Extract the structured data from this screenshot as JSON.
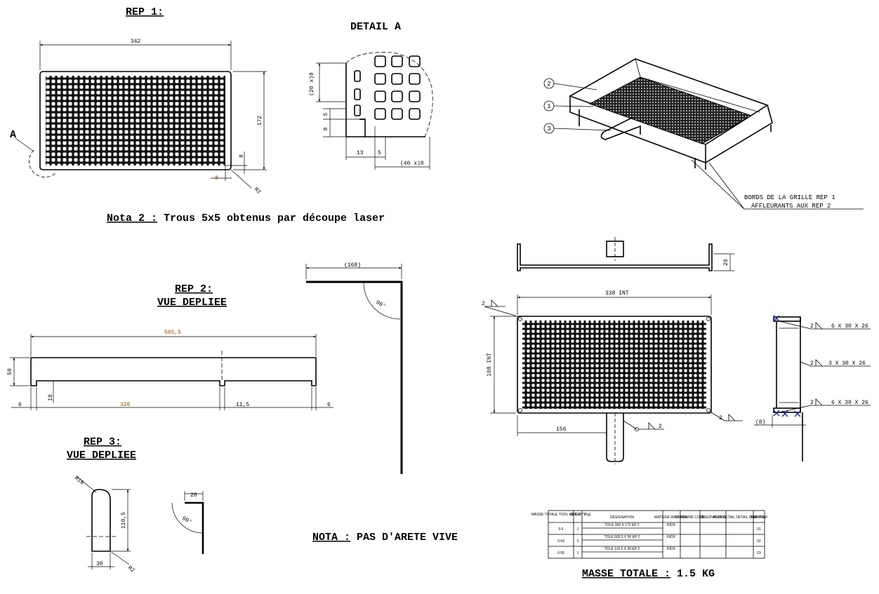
{
  "rep1": {
    "title": "REP 1:",
    "dim_width": "342",
    "dim_height": "172",
    "dim_edge_right": "8",
    "dim_edge_bottom": "8",
    "dim_radius": "R2",
    "detail_marker": "A"
  },
  "detail_a": {
    "title": "DETAIL A",
    "dim_pitch_v": "(20 x)8",
    "dim_hole": "5",
    "dim_margin_v": "8",
    "dim_margin_h": "13",
    "dim_hole_h": "5",
    "dim_pitch_h": "(40 x)8"
  },
  "nota2": {
    "label": "Nota 2 :",
    "text": " Trous 5x5 obtenus par découpe laser"
  },
  "iso": {
    "callout_1": "1",
    "callout_2": "2",
    "callout_3": "3",
    "note_line1": "BORDS DE LA GRILLE REP 1",
    "note_line2": "AFFLEURANTS AUX REP 2"
  },
  "rep2": {
    "title_line1": "REP 2:",
    "title_line2": "VUE DEPLIEE",
    "dim_length": "505,5",
    "dim_height": "50",
    "dim_notch": "10",
    "dim_end_left": "6",
    "dim_mid": "326",
    "dim_right": "11,5",
    "dim_end_right": "6"
  },
  "angle_view": {
    "dim_168": "(168)",
    "angle": "90°"
  },
  "rep3": {
    "title_line1": "REP 3:",
    "title_line2": "VUE DEPLIEE",
    "dim_radius_top": "R16",
    "dim_height": "110,5",
    "dim_width": "30",
    "dim_radius_bottom": "R2",
    "dim_28": "28",
    "angle": "90°"
  },
  "nota": {
    "label": "NOTA :",
    "text": " PAS D'ARETE VIVE"
  },
  "assembly": {
    "dim_height": "26",
    "dim_width_int": "338 INT",
    "dim_depth_int": "168 INT",
    "dim_handle_pos": "156",
    "weld_top_left": "2",
    "weld_bottom_right": "2",
    "weld_handle": "2",
    "weld_1": "6 X 30 X 26",
    "weld_2": "3 X 30 X 26",
    "weld_3": "6 X 30 X 26",
    "weld_size": "2",
    "dim_side": "(8)"
  },
  "bom": {
    "headers": [
      "MASSE TOTALE TOOL WEIGHT (Kg)",
      "QTE QTY",
      "DESIGNATION",
      "MATIERE MATERIAL",
      "N° NORME CODE",
      "OBSERVATIONS",
      "PLAN DETAIL DETAIL DRAWING",
      "REP ITEM"
    ],
    "rows": [
      {
        "mass": "0.6",
        "qty": "1",
        "designation": "TOLE 342 X 172 EP 2",
        "material": "INOX",
        "item": "01"
      },
      {
        "mass": "0.64",
        "qty": "2",
        "designation": "TOLE 505.5 X 50 EP 2",
        "material": "INOX",
        "item": "02"
      },
      {
        "mass": "0.05",
        "qty": "1",
        "designation": "TOLE 110.5 X 30 EP 2",
        "material": "INOX",
        "item": "03"
      }
    ]
  },
  "total": {
    "label": "MASSE TOTALE :",
    "value": " 1.5 KG"
  },
  "colors": {
    "line": "#000000",
    "weld_mark": "#1a2a9c",
    "dim_orange": "#8b4500"
  }
}
